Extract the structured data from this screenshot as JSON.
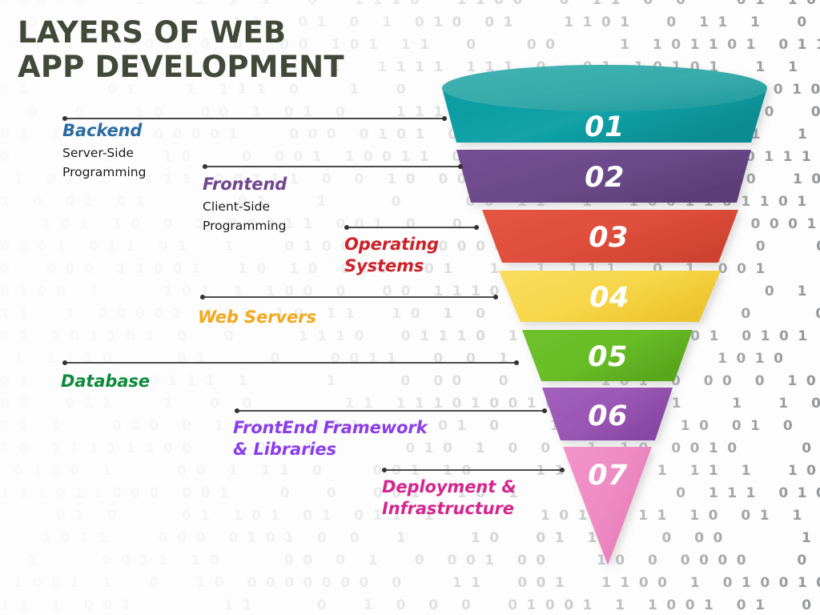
{
  "title": {
    "text": "LAYERS OF WEB\nAPP DEVELOPMENT",
    "color": "#414938"
  },
  "background": {
    "style": "binary-digits",
    "glyphs": "01",
    "color": "#8d8f92"
  },
  "funnel": {
    "type": "inverted-funnel",
    "cap_shape": "ellipse",
    "segment_count": 7,
    "segments": [
      {
        "number": "01",
        "color": "#119ca2",
        "color_dark": "#0d8f95",
        "label_ref": "Backend"
      },
      {
        "number": "02",
        "color": "#6f4b8e",
        "color_dark": "#5f3f7b",
        "label_ref": "Frontend"
      },
      {
        "number": "03",
        "color": "#e2503f",
        "color_dark": "#d2452f",
        "label_ref": "Operating Systems"
      },
      {
        "number": "04",
        "color": "#f7d64a",
        "color_dark": "#eec830",
        "label_ref": "Web Servers"
      },
      {
        "number": "05",
        "color": "#69be28",
        "color_dark": "#5aa81f",
        "label_ref": "Database"
      },
      {
        "number": "06",
        "color": "#9b59b6",
        "color_dark": "#8a47a6",
        "label_ref": "FrontEnd Framework & Libraries"
      },
      {
        "number": "07",
        "color": "#ef8cc4",
        "color_dark": "#e87ab8",
        "label_ref": "Deployment & Infrastructure"
      }
    ]
  },
  "callouts": [
    {
      "id": "backend",
      "number": "01",
      "title": "Backend",
      "subtitle": "Server-Side\nProgramming",
      "color": "#2b6ca3"
    },
    {
      "id": "frontend",
      "number": "02",
      "title": "Frontend",
      "subtitle": "Client-Side\nProgramming",
      "color": "#70478f"
    },
    {
      "id": "operating-systems",
      "number": "03",
      "title": "Operating\nSystems",
      "subtitle": "",
      "color": "#cc2229"
    },
    {
      "id": "web-servers",
      "number": "04",
      "title": "Web Servers",
      "subtitle": "",
      "color": "#f5a81c"
    },
    {
      "id": "database",
      "number": "05",
      "title": "Database",
      "subtitle": "",
      "color": "#108a3c"
    },
    {
      "id": "frontend-framework",
      "number": "06",
      "title": "FrontEnd Framework\n& Libraries",
      "subtitle": "",
      "color": "#8b3dea"
    },
    {
      "id": "deployment",
      "number": "07",
      "title": "Deployment &\nInfrastructure",
      "subtitle": "",
      "color": "#d5268f"
    }
  ]
}
